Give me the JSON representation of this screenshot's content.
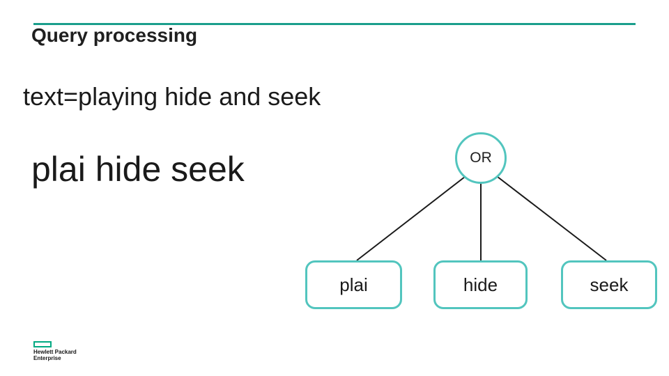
{
  "slide": {
    "title": "Query processing",
    "original_query": "text=playing hide and seek",
    "processed_query": "plai hide seek"
  },
  "diagram": {
    "type": "tree",
    "root_label": "OR",
    "leaves": [
      {
        "label": "plai"
      },
      {
        "label": "hide"
      },
      {
        "label": "seek"
      }
    ]
  },
  "footer_logo": {
    "line1": "Hewlett Packard",
    "line2": "Enterprise"
  },
  "colors": {
    "accent_rule": "#1B9E8C",
    "node_outline": "#52C5BE",
    "connector": "#1A1A1A",
    "logo_green": "#01A982",
    "text": "#1F1F1F"
  }
}
